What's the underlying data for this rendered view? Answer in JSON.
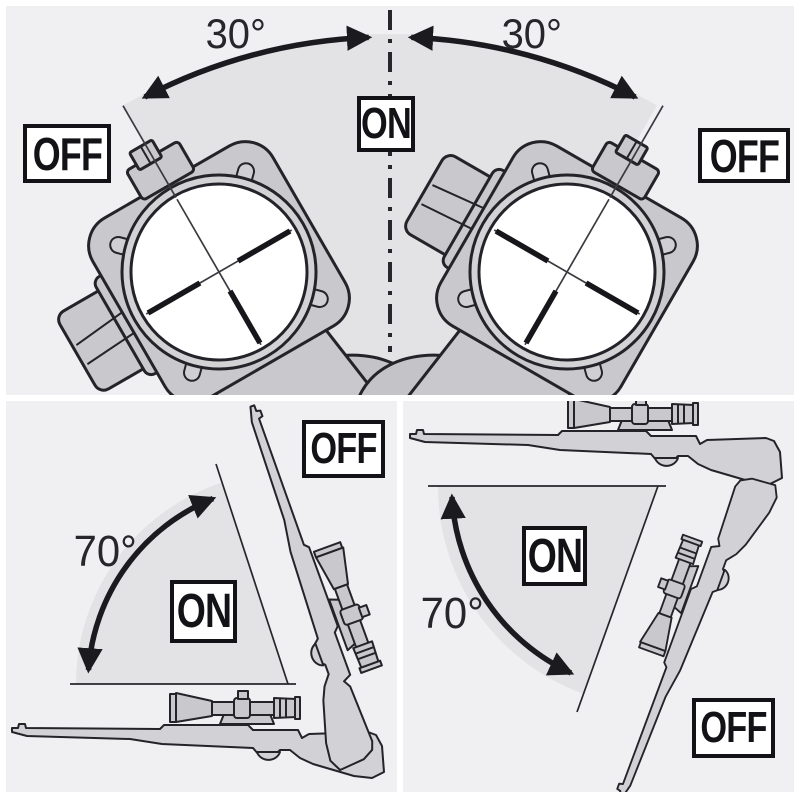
{
  "panels": {
    "top": {
      "name": "scope-cant-tolerance-rear-view",
      "angle_left": "30°",
      "angle_right": "30°",
      "on_label": "ON",
      "off_left": "OFF",
      "off_right": "OFF"
    },
    "bottom_left": {
      "name": "rifle-elevation-up-tolerance",
      "angle": "70°",
      "on_label": "ON",
      "off_label": "OFF"
    },
    "bottom_right": {
      "name": "rifle-declination-down-tolerance",
      "angle": "70°",
      "on_label": "ON",
      "off_label": "OFF"
    }
  },
  "colors": {
    "panel_background": "#f0f0f3",
    "angle_sector_fill": "#e3e3e6",
    "outline": "#232329",
    "arrow": "#1b1b1f",
    "metal_gray": "#c9c9cd",
    "rifle_gray": "#d2d2d6",
    "lens_white": "#ffffff",
    "label_border": "#131317"
  }
}
